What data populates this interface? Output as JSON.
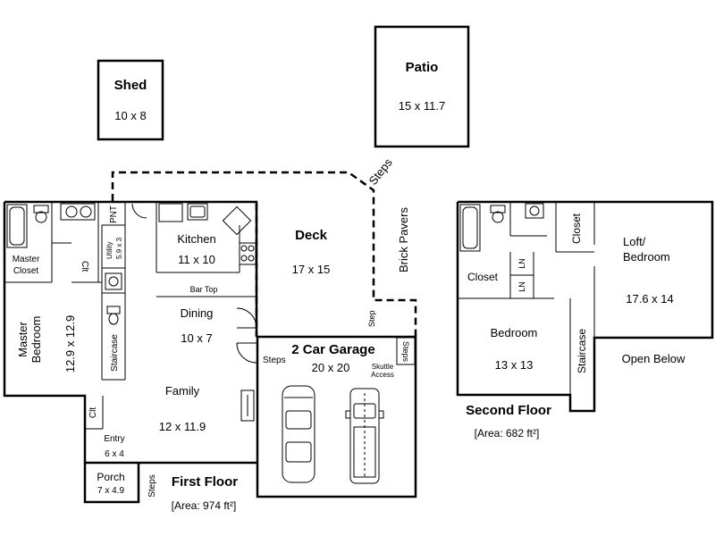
{
  "shed": {
    "name": "Shed",
    "size": "10 x 8"
  },
  "patio": {
    "name": "Patio",
    "size": "15 x 11.7"
  },
  "steps_top": "Steps",
  "brick_pavers": "Brick Pavers",
  "deck": {
    "name": "Deck",
    "size": "17 x 15"
  },
  "step_label": "Step",
  "garage": {
    "name": "2 Car Garage",
    "size": "20 x 20",
    "steps_left": "Steps",
    "steps_right": "Steps",
    "skuttle": "Skuttle",
    "access": "Access"
  },
  "first_floor": {
    "title": "First Floor",
    "area": "[Area: 974 ft²]",
    "master_closet_1": "Master",
    "master_closet_2": "Closet",
    "clt_top": "Clt",
    "clt_left": "Clt",
    "pnt": "PNT",
    "utility": "Utility",
    "utility_size": "5.9 x 3",
    "kitchen": {
      "name": "Kitchen",
      "size": "11 x 10"
    },
    "bar_top": "Bar Top",
    "dining": {
      "name": "Dining",
      "size": "10 x 7"
    },
    "master_bedroom_1": "Master",
    "master_bedroom_2": "Bedroom",
    "master_bedroom_size": "12.9 x 12.9",
    "staircase": "Staircase",
    "family": {
      "name": "Family",
      "size": "12 x 11.9"
    },
    "entry": {
      "name": "Entry",
      "size": "6 x 4"
    },
    "porch": {
      "name": "Porch",
      "size": "7 x 4.9"
    },
    "steps_bottom": "Steps"
  },
  "second_floor": {
    "title": "Second Floor",
    "area": "[Area: 682 ft²]",
    "closet_top": "Closet",
    "closet_left": "Closet",
    "ln_1": "LN",
    "ln_2": "LN",
    "loft_1": "Loft/",
    "loft_2": "Bedroom",
    "loft_size": "17.6 x 14",
    "bedroom": {
      "name": "Bedroom",
      "size": "13 x 13"
    },
    "staircase": "Staircase",
    "open_below": "Open Below"
  }
}
